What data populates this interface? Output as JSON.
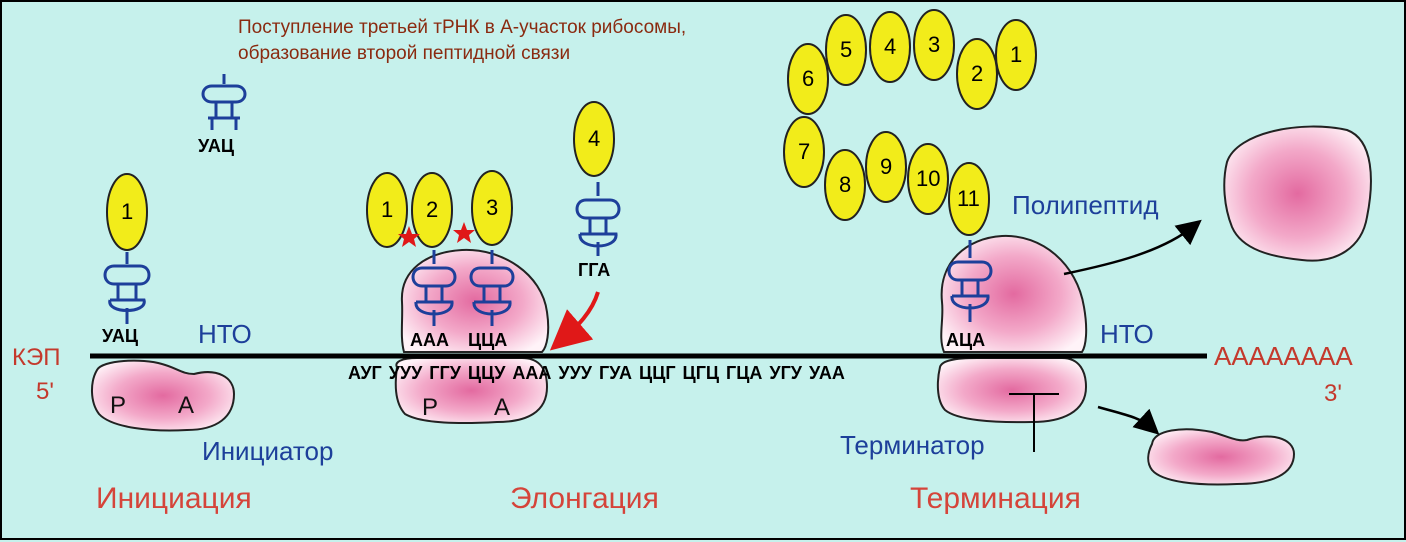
{
  "caption": {
    "line1": "Поступление третьей тРНК в А-участок рибосомы,",
    "line2": "образование второй пептидной связи"
  },
  "mrna": {
    "cap": "КЭП",
    "five_prime": "5'",
    "three_prime": "3'",
    "polya": "АААААААА",
    "utr_left": "НТО",
    "utr_right": "НТО",
    "sequence": "АУГ УУУ ГГУ ЦЦУ ААА УУУ ГУА ЦЦГ ЦГЦ ГЦА УГУ УАА"
  },
  "trna": {
    "free_top": "УАЦ",
    "initiation": "УАЦ",
    "elong_p": "ААА",
    "elong_a": "ЦЦА",
    "incoming": "ГГА",
    "termination": "АЦА"
  },
  "ribosome": {
    "p_site": "Р",
    "a_site": "А",
    "p_site_2": "Р",
    "a_site_2": "А"
  },
  "amino_acids": {
    "initiation": "1",
    "elongation": [
      "1",
      "2",
      "3"
    ],
    "incoming": "4",
    "polypeptide": [
      "1",
      "2",
      "3",
      "4",
      "5",
      "6",
      "7",
      "8",
      "9",
      "10",
      "11"
    ]
  },
  "labels": {
    "initiator": "Инициатор",
    "terminator": "Терминатор",
    "polypeptide": "Полипептид"
  },
  "stages": {
    "initiation": "Инициация",
    "elongation": "Элонгация",
    "termination": "Терминация"
  },
  "colors": {
    "background": "#c6f1ec",
    "amino_acid": "#f2ec1a",
    "ribosome": "#f2a8c8",
    "trna": "#1d3f9a",
    "stage_label": "#d5443a",
    "arrow": "#e01818"
  }
}
